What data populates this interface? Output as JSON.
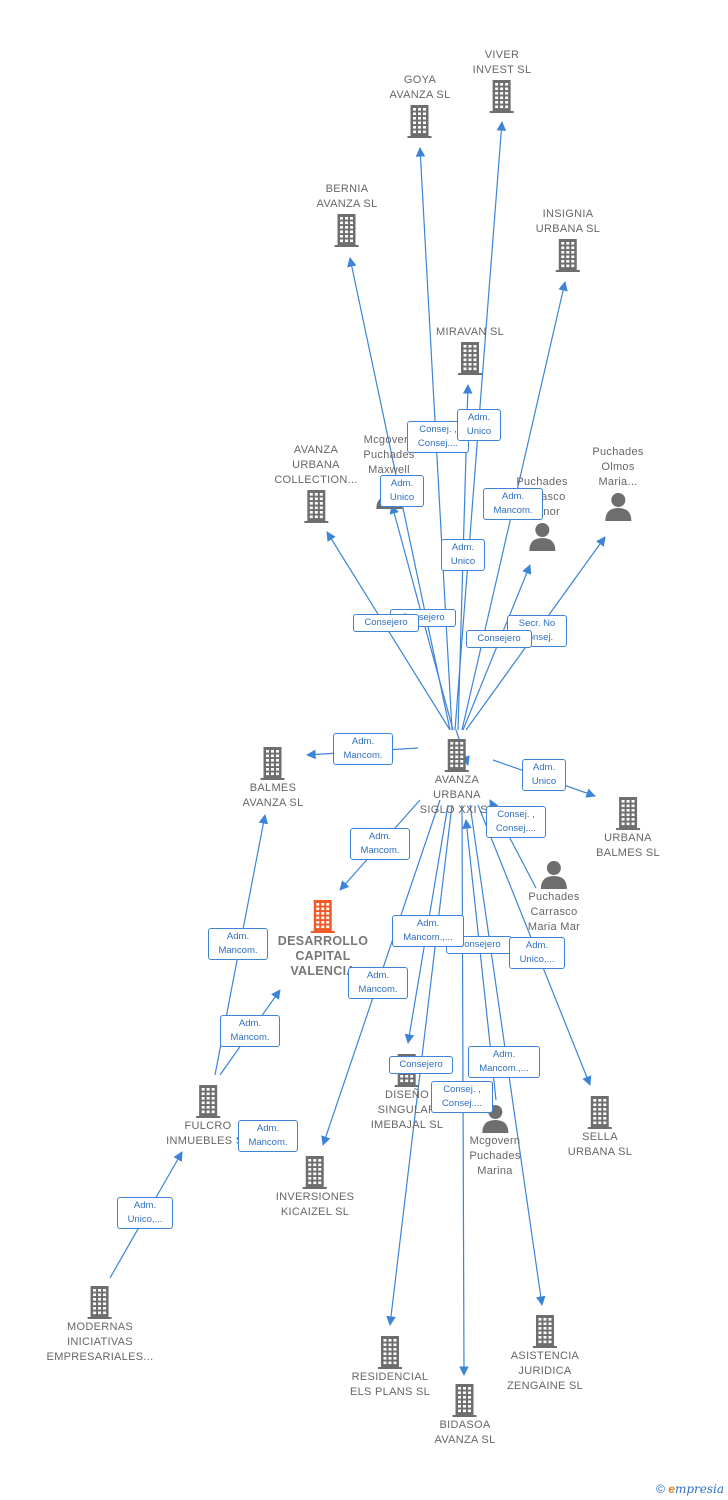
{
  "colors": {
    "edge": "#3d84d6",
    "icon": "#6e6e6e",
    "main_icon": "#f05a28",
    "label": "#666666"
  },
  "nodes": {
    "viver": {
      "label": "VIVER\nINVEST  SL",
      "icon": "building-icon"
    },
    "goya": {
      "label": "GOYA\nAVANZA  SL",
      "icon": "building-icon"
    },
    "bernia": {
      "label": "BERNIA\nAVANZA  SL",
      "icon": "building-icon"
    },
    "insignia": {
      "label": "INSIGNIA\nURBANA  SL",
      "icon": "building-icon"
    },
    "miravan": {
      "label": "MIRAVAN  SL",
      "icon": "building-icon"
    },
    "avanza_collection": {
      "label": "AVANZA\nURBANA\nCOLLECTION...",
      "icon": "building-icon"
    },
    "mcgovern_maxwell": {
      "label": "Mcgovern\nPuchades\nMaxwell",
      "icon": "person-icon"
    },
    "puchades_carrasco_leonor": {
      "label": "Puchades\nCarrasco\nLeonor",
      "icon": "person-icon"
    },
    "puchades_olmos": {
      "label": "Puchades\nOlmos\nMaria...",
      "icon": "person-icon"
    },
    "main": {
      "label": "AVANZA\nURBANA\nSIGLO XXI SL",
      "icon": "building-icon"
    },
    "balmes_avanza": {
      "label": "BALMES\nAVANZA  SL",
      "icon": "building-icon"
    },
    "urbana_balmes": {
      "label": "URBANA\nBALMES  SL",
      "icon": "building-icon"
    },
    "desarrollo": {
      "label": "DESARROLLO\nCAPITAL\nVALENCIA",
      "icon": "building-icon"
    },
    "puchades_maria_mar": {
      "label": "Puchades\nCarrasco\nMaria Mar",
      "icon": "person-icon"
    },
    "fulcro": {
      "label": "FULCRO\nINMUEBLES  SL",
      "icon": "building-icon"
    },
    "disenos": {
      "label": "DISEÑO\nSINGULAR\nIMEBAJAL  SL",
      "icon": "building-icon"
    },
    "mcgovern_marina": {
      "label": "Mcgovern\nPuchades\nMarina",
      "icon": "person-icon"
    },
    "sella": {
      "label": "SELLA\nURBANA  SL",
      "icon": "building-icon"
    },
    "kicaizel": {
      "label": "INVERSIONES\nKICAIZEL  SL",
      "icon": "building-icon"
    },
    "modernas": {
      "label": "MODERNAS\nINICIATIVAS\nEMPRESARIALES...",
      "icon": "building-icon"
    },
    "residencial": {
      "label": "RESIDENCIAL\nELS PLANS  SL",
      "icon": "building-icon"
    },
    "asistencia": {
      "label": "ASISTENCIA\nJURIDICA\nZENGAINE  SL",
      "icon": "building-icon"
    },
    "bidasoa": {
      "label": "BIDASOA\nAVANZA  SL",
      "icon": "building-icon"
    }
  },
  "relations": {
    "consej_consej_top": "Consej. ,\nConsej....",
    "adm_unico_miravan": "Adm.\nUnico",
    "adm_unico_maxwell": "Adm.\nUnico",
    "adm_mancom_insignia": "Adm.\nMancom.",
    "adm_unico_center": "Adm.\nUnico",
    "consejero_a": "Consejero",
    "consejero_b": "Consejero",
    "secr_no_consej": "Secr.  No\nConsej.",
    "consejero_c": "Consejero",
    "adm_mancom_balmes": "Adm.\nMancom.",
    "adm_unico_urbana_balmes": "Adm.\nUnico",
    "consej_consej_mar": "Consej. ,\nConsej....",
    "adm_mancom_desarrollo": "Adm.\nMancom.",
    "adm_mancom_fulcro_balmes": "Adm.\nMancom.",
    "adm_mancom_dots": "Adm.\nMancom.,...",
    "consejero_d": "Consejero",
    "adm_unico_sella": "Adm.\nUnico,...",
    "adm_mancom_kicaizel": "Adm.\nMancom.",
    "adm_mancom_fulcro_desarrollo": "Adm.\nMancom.",
    "consejero_e": "Consejero",
    "adm_mancom_marina": "Adm.\nMancom.,...",
    "consej_consej_marina": "Consej. ,\nConsej....",
    "adm_mancom_fulcro_kicaizel": "Adm.\nMancom.",
    "adm_unico_modernas": "Adm.\nUnico,..."
  },
  "footer": {
    "copyright": "©",
    "brand_e": "e",
    "brand_rest": "mpresia"
  }
}
